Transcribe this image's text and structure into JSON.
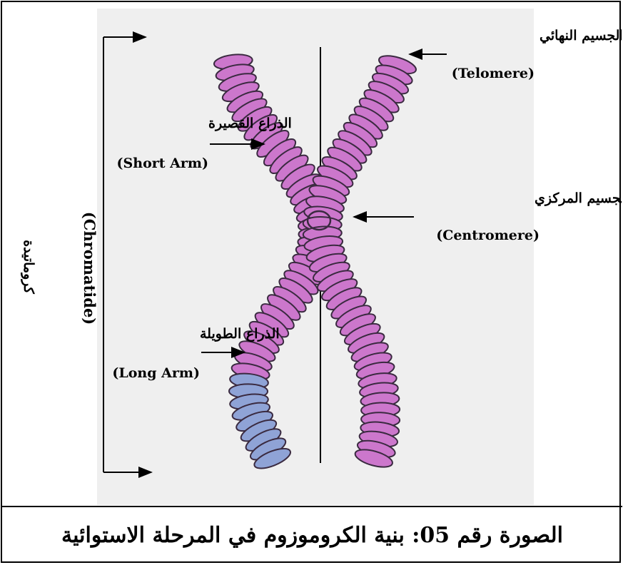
{
  "labels": {
    "telomere_ar": "الجسيم النهائي",
    "telomere_en": "(Telomere)",
    "short_arm_ar": "الذراع القصيرة",
    "short_arm_en": "(Short Arm)",
    "centromere_ar": "الجسيم المركزي",
    "centromere_en": "(Centromere)",
    "long_arm_ar": "الذراع الطويلة",
    "long_arm_en": "(Long Arm)",
    "chromatid_ar": "كروماتيدة",
    "chromatid_en": "(Chromatide)"
  },
  "caption": "الصورة رقم 05: بنية الكروموزوم في المرحلة الاستوائية",
  "colors": {
    "chromatid_pink": "#cc77cc",
    "chromatid_blue": "#8fa3d6",
    "background": "#efefef",
    "outline": "#3a2a40"
  }
}
